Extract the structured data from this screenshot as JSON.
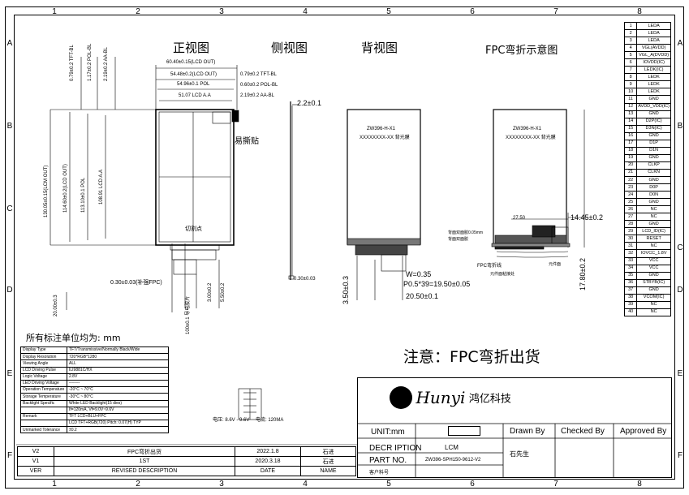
{
  "zones": {
    "cols": [
      "1",
      "2",
      "3",
      "4",
      "5",
      "6",
      "7",
      "8"
    ],
    "rows": [
      "A",
      "B",
      "C",
      "D",
      "E",
      "F"
    ]
  },
  "views": {
    "front": "正视图",
    "side": "侧视图",
    "back": "背视图",
    "fpc": "FPC弯折示意图"
  },
  "front_dims": {
    "top1": "60.40±0.15(LCD OUT)",
    "top2": "54.48±0.2(LCD OUT)",
    "top3": "54.96±0.1 POL",
    "top4": "51.07 LCD A.A",
    "v1": "0.79±0.2 TFT-BL",
    "v2": "1.17±0.2 POL-BL",
    "v3": "2.19±0.2 AA-BL",
    "h1": "0.79±0.2 TFT-BL",
    "h2": "0.60±0.2 POL-BL",
    "h3": "2.19±0.2 AA-BL",
    "left1": "130.05±0.15(LCM OUT)",
    "left2": "114.60±0.2(LCD OUT)",
    "left3": "113.10±0.1 POL",
    "left4": "108.91 LCD A.A",
    "label": "易撕贴",
    "cutline": "切割点",
    "tail1": "0.30±0.03(补强FPC)",
    "bottom1": "20.00±0.3",
    "bottom2": "100±0.1 导电胶片",
    "bottom3": "3.00±0.2",
    "bottom4": "5.50±0.2",
    "fpc_note": "所有标注单位均为:  mm"
  },
  "side_dims": {
    "thick": "2.2±0.1",
    "foot": "0.30±0.03"
  },
  "back": {
    "part1": "ZW396-H-X1",
    "part2": "XXXXXXXX-XX 背光膜",
    "w": "W=0.35",
    "pitch": "P0.5*39=19.50±0.05",
    "width": "20.50±0.1",
    "h": "3.50±0.3"
  },
  "fpc_dims": {
    "w1": "27.50",
    "w2": "14.45±0.2",
    "h": "17.80±0.2",
    "n1": "背面双面胶0.05mm",
    "n2": "背面双面胶",
    "n3": "FPC弯折线",
    "n4": "元件面粘接处",
    "n5": "元件面"
  },
  "note_main": "注意：FPC弯折出货",
  "pins": [
    {
      "n": "1",
      "s": "LEDA"
    },
    {
      "n": "2",
      "s": "LEDA"
    },
    {
      "n": "3",
      "s": "LEDA"
    },
    {
      "n": "4",
      "s": "VGL(AVDD)"
    },
    {
      "n": "5",
      "s": "VGL_A(DVDD)"
    },
    {
      "n": "6",
      "s": "IOVDD(IC)"
    },
    {
      "n": "7",
      "s": "LEDK(IC)"
    },
    {
      "n": "8",
      "s": "LEDK"
    },
    {
      "n": "9",
      "s": "LEDK"
    },
    {
      "n": "10",
      "s": "LEDK"
    },
    {
      "n": "11",
      "s": "GND"
    },
    {
      "n": "12",
      "s": "AVDD_VDD(IC)"
    },
    {
      "n": "13",
      "s": "GND"
    },
    {
      "n": "14",
      "s": "D2P(IC)"
    },
    {
      "n": "15",
      "s": "D3N(IC)"
    },
    {
      "n": "16",
      "s": "GND"
    },
    {
      "n": "17",
      "s": "D1P"
    },
    {
      "n": "18",
      "s": "D1N"
    },
    {
      "n": "19",
      "s": "GND"
    },
    {
      "n": "20",
      "s": "CLKP"
    },
    {
      "n": "21",
      "s": "CLKN"
    },
    {
      "n": "22",
      "s": "GND"
    },
    {
      "n": "23",
      "s": "D0P"
    },
    {
      "n": "24",
      "s": "D0N"
    },
    {
      "n": "25",
      "s": "GND"
    },
    {
      "n": "26",
      "s": "NC"
    },
    {
      "n": "27",
      "s": "NC"
    },
    {
      "n": "28",
      "s": "GND"
    },
    {
      "n": "29",
      "s": "LCD_ID(IC)"
    },
    {
      "n": "30",
      "s": "RESET"
    },
    {
      "n": "31",
      "s": "NC"
    },
    {
      "n": "32",
      "s": "IOVCC_1.8V"
    },
    {
      "n": "33",
      "s": "VCC"
    },
    {
      "n": "34",
      "s": "VCC"
    },
    {
      "n": "35",
      "s": "GND"
    },
    {
      "n": "36",
      "s": "STBYB(IC)"
    },
    {
      "n": "37",
      "s": "GND"
    },
    {
      "n": "38",
      "s": "VCOM(IC)"
    },
    {
      "n": "39",
      "s": "NC"
    },
    {
      "n": "40",
      "s": "NC"
    }
  ],
  "spec": [
    {
      "k": "Display Type",
      "v": "TFT/Transmissive/Normally Black/Wide"
    },
    {
      "k": "Display Resolution",
      "v": "720*RGB*1280"
    },
    {
      "k": "Viewing Angle",
      "v": "ALL"
    },
    {
      "k": "LCD Driving Pulse",
      "v": "ILI9881C/HX"
    },
    {
      "k": "Logic Voltage",
      "v": "2.8V"
    },
    {
      "k": "LED Driving Voltage",
      "v": "--------"
    },
    {
      "k": "Operation Temperature",
      "v": "-20°C ~ 70°C"
    },
    {
      "k": "Storage Temperature",
      "v": "-30°C ~ 80°C"
    },
    {
      "k": "Backlight Specific",
      "v": "White LED Backlight(15 dies)"
    },
    {
      "k": "",
      "v": "If=120mA, Vf=9.0V~9.6V"
    },
    {
      "k": "Remark",
      "v": "TFT LCD+BLU+FPC"
    },
    {
      "k": "",
      "v": "LCD TFT+RGB(720) Pitch: 0.07(H) TYP"
    },
    {
      "k": "Unmarked Tolerance",
      "v": "±0.2"
    }
  ],
  "led": {
    "label": "电压: 8.6V - 9.6V",
    "current": "电流: 120MA"
  },
  "revisions": [
    {
      "ver": "V2",
      "desc": "FPC弯折出货",
      "date": "2022.1.8",
      "name": "石进"
    },
    {
      "ver": "V1",
      "desc": "1ST",
      "date": "2020.3.18",
      "name": "石进"
    },
    {
      "ver": "VER",
      "desc": "REVISED DESCRIPTION",
      "date": "DATE",
      "name": "NAME"
    }
  ],
  "title_block": {
    "brand": "Hunyi",
    "brand_cn": "鸿亿科技",
    "unit": "UNIT:mm",
    "drawn_by": "Drawn By",
    "checked_by": "Checked By",
    "approved_by": "Approved By",
    "description_label": "DECR IPTION",
    "description": "LCM",
    "part_label": "PART NO.",
    "part": "ZW396-SPH150-9612-V2",
    "customer_label": "客户料号",
    "drawer": "石先生"
  }
}
